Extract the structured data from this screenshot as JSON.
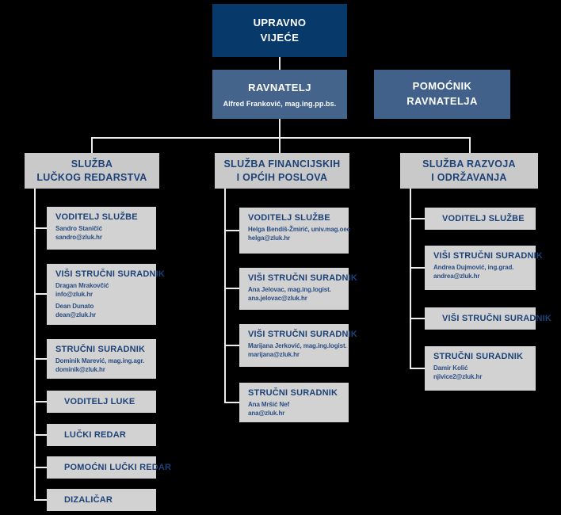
{
  "colors": {
    "background": "#000000",
    "board_box": "#07396b",
    "director_box": "#45648c",
    "assistant_box": "#41608a",
    "dept_header_bg": "#c9c9c9",
    "position_box_bg": "#d2d2d2",
    "title_text": "#1d4278",
    "person_text": "#2a4d82",
    "connector": "#ececec",
    "top_box_text": "#ffffff"
  },
  "board": {
    "line1": "UPRAVNO",
    "line2": "VIJEĆE"
  },
  "director": {
    "title": "RAVNATELJ",
    "person": "Alfred Franković, mag.ing.pp.bs."
  },
  "assistant": {
    "line1": "POMOĆNIK",
    "line2": "RAVNATELJA"
  },
  "columns": [
    {
      "dept": {
        "line1": "SLUŽBA",
        "line2": "LUČKOG REDARSTVA"
      },
      "positions": [
        {
          "title": "VODITELJ SLUŽBE",
          "people": [
            {
              "name": "Sandro Staničić",
              "email": "sandro@zluk.hr"
            }
          ]
        },
        {
          "title": "VIŠI STRUČNI SURADNIK",
          "people": [
            {
              "name": "Dragan Mrakovčić",
              "email": "info@zluk.hr"
            },
            {
              "name": "Dean Dunato",
              "email": "dean@zluk.hr"
            }
          ]
        },
        {
          "title": "STRUČNI SURADNIK",
          "people": [
            {
              "name": "Dominik Marević, mag.ing.agr.",
              "email": "dominik@zluk.hr"
            }
          ]
        },
        {
          "title": "VODITELJ LUKE",
          "people": []
        },
        {
          "title": "LUČKI REDAR",
          "people": []
        },
        {
          "title": "POMOĆNI LUČKI REDAR",
          "people": []
        },
        {
          "title": "DIZALIČAR",
          "people": []
        }
      ]
    },
    {
      "dept": {
        "line1": "SLUŽBA FINANCIJSKIH",
        "line2": "I OPĆIH POSLOVA"
      },
      "positions": [
        {
          "title": "VODITELJ SLUŽBE",
          "people": [
            {
              "name": "Helga Bendiš-Žmirić, univ.mag.oec",
              "email": "helga@zluk.hr"
            }
          ]
        },
        {
          "title": "VIŠI STRUČNI SURADNIK",
          "people": [
            {
              "name": "Ana Jelovac, mag.ing.logist.",
              "email": "ana.jelovac@zluk.hr"
            }
          ]
        },
        {
          "title": "VIŠI STRUČNI SURADNIK",
          "people": [
            {
              "name": "Marijana Jerković, mag.ing.logist.",
              "email": "marijana@zluk.hr"
            }
          ]
        },
        {
          "title": "STRUČNI SURADNIK",
          "people": [
            {
              "name": "Ana Mršić Nef",
              "email": "ana@zluk.hr"
            }
          ]
        }
      ]
    },
    {
      "dept": {
        "line1": "SLUŽBA RAZVOJA",
        "line2": "I ODRŽAVANJA"
      },
      "positions": [
        {
          "title": "VODITELJ SLUŽBE",
          "people": []
        },
        {
          "title": "VIŠI STRUČNI SURADNIK",
          "people": [
            {
              "name": "Andrea Dujmović, ing.grad.",
              "email": "andrea@zluk.hr"
            }
          ]
        },
        {
          "title": "VIŠI STRUČNI SURADNIK",
          "people": []
        },
        {
          "title": "STRUČNI SURADNIK",
          "people": [
            {
              "name": "Damir Kolić",
              "email": "njivice2@zluk.hr"
            }
          ]
        }
      ]
    }
  ]
}
